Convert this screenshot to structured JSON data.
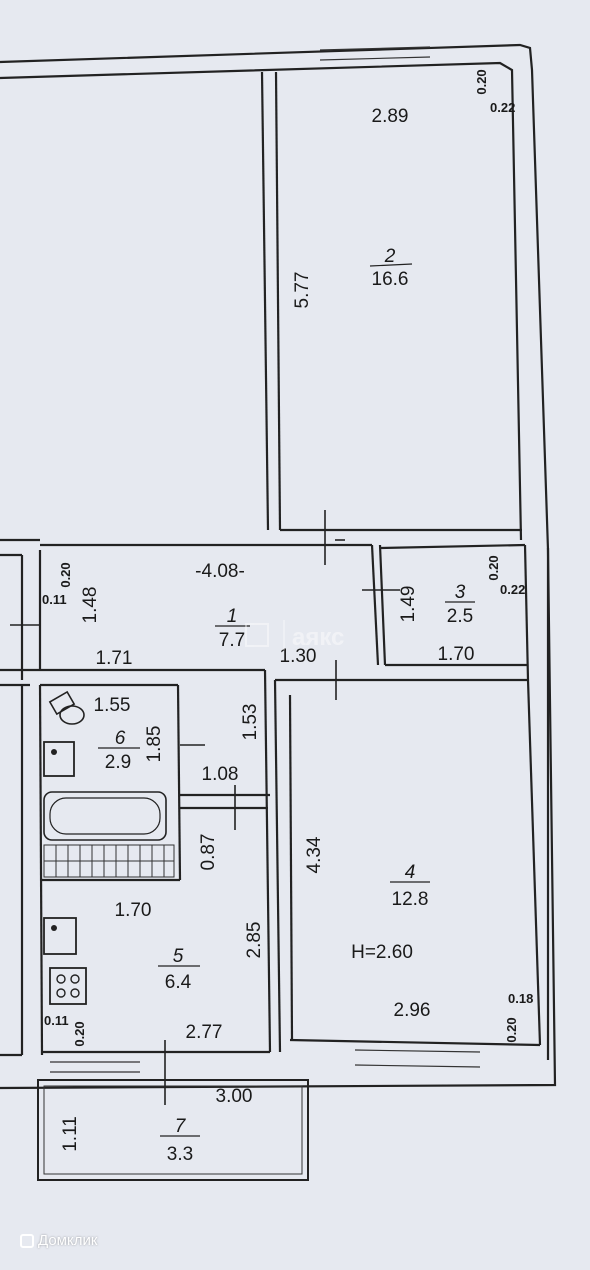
{
  "rooms": [
    {
      "number": "1",
      "area": "7.7"
    },
    {
      "number": "2",
      "area": "16.6"
    },
    {
      "number": "3",
      "area": "2.5"
    },
    {
      "number": "4",
      "area": "12.8"
    },
    {
      "number": "5",
      "area": "6.4"
    },
    {
      "number": "6",
      "area": "2.9"
    },
    {
      "number": "7",
      "area": "3.3"
    }
  ],
  "dimensions": {
    "room2_width": "2.89",
    "room2_length": "5.77",
    "wall_top_a": "0.20",
    "wall_top_b": "0.22",
    "room1_length": "-4.08-",
    "wall_mid_a": "0.20",
    "wall_mid_b": "0.11",
    "room1_left": "1.48",
    "room3_height": "1.49",
    "wall_r3_a": "0.20",
    "wall_r3_b": "0.22",
    "room1_w_left": "1.71",
    "room1_w_right": "1.30",
    "room3_width": "1.70",
    "bath_width": "1.55",
    "bath_height": "1.85",
    "corr_height": "1.53",
    "corr_width": "1.08",
    "kitchen_top": "0.87",
    "room4_length": "4.34",
    "kitchen_width": "1.70",
    "kitchen_height": "2.85",
    "ceiling_height": "H=2.60",
    "room4_width": "2.96",
    "wall_r4_a": "0.18",
    "wall_r4_b": "0.20",
    "wall_k_a": "0.11",
    "wall_k_b": "0.20",
    "kitchen_bottom": "2.77",
    "balcony_width": "3.00",
    "balcony_depth": "1.11"
  },
  "watermarks": {
    "center": "аякс",
    "bottom": "Домклик"
  }
}
